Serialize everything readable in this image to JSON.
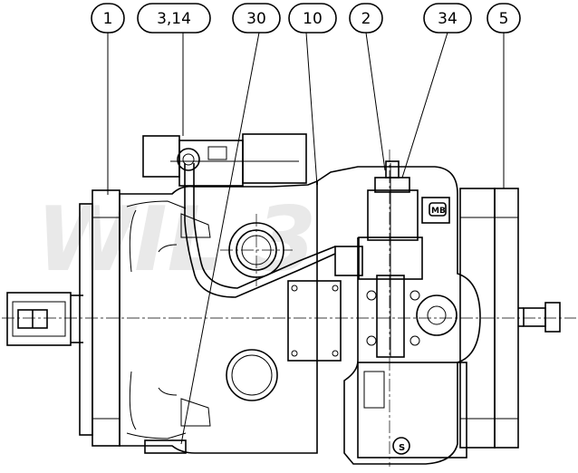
{
  "drawing": {
    "title": "Hydraulic pump assembly drawing",
    "watermark": "WIL 3",
    "plug_markings": [
      "MB",
      "S"
    ]
  },
  "callouts": [
    {
      "id": "c1",
      "label": "1"
    },
    {
      "id": "c2",
      "label": "3,14"
    },
    {
      "id": "c3",
      "label": "30"
    },
    {
      "id": "c4",
      "label": "10"
    },
    {
      "id": "c5",
      "label": "2"
    },
    {
      "id": "c6",
      "label": "34"
    },
    {
      "id": "c7",
      "label": "5"
    }
  ],
  "colors": {
    "line": "#000000",
    "background": "#ffffff",
    "watermark": "#e9e9e9"
  }
}
